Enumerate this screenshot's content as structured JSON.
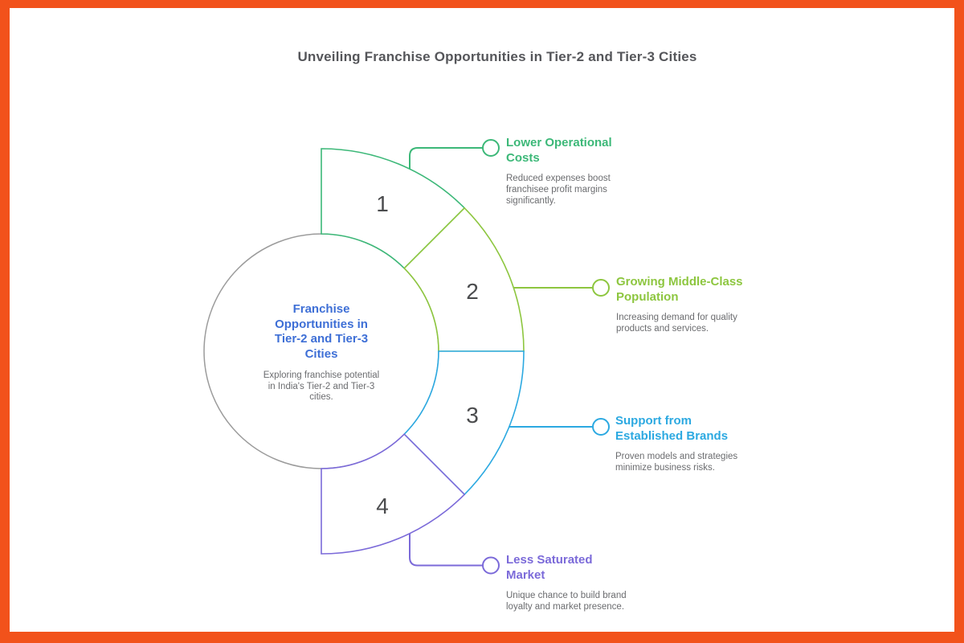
{
  "title": "Unveiling Franchise Opportunities in Tier-2 and Tier-3 Cities",
  "center": {
    "heading": "Franchise Opportunities in Tier-2 and Tier-3 Cities",
    "subtext": "Exploring franchise potential in India's Tier-2 and Tier-3 cities."
  },
  "items": [
    {
      "number": "1",
      "label": "Lower Operational Costs",
      "description": "Reduced expenses boost franchisee profit margins significantly.",
      "color": "#3CB878"
    },
    {
      "number": "2",
      "label": "Growing Middle-Class Population",
      "description": "Increasing demand for quality products and services.",
      "color": "#8DC63F"
    },
    {
      "number": "3",
      "label": "Support from Established Brands",
      "description": "Proven models and strategies minimize business risks.",
      "color": "#2CA9E1"
    },
    {
      "number": "4",
      "label": "Less Saturated Market",
      "description": "Unique chance to build brand loyalty and market presence.",
      "color": "#7B6AD9"
    }
  ],
  "palette": {
    "frame_border": "#F2521B",
    "heading_blue": "#3E6FD6",
    "title_gray": "#55565A",
    "body_text_gray": "#6B6C6F",
    "number_gray": "#4B4C4E",
    "circle_stroke": "#9B9B9B",
    "background": "#FFFFFF"
  }
}
